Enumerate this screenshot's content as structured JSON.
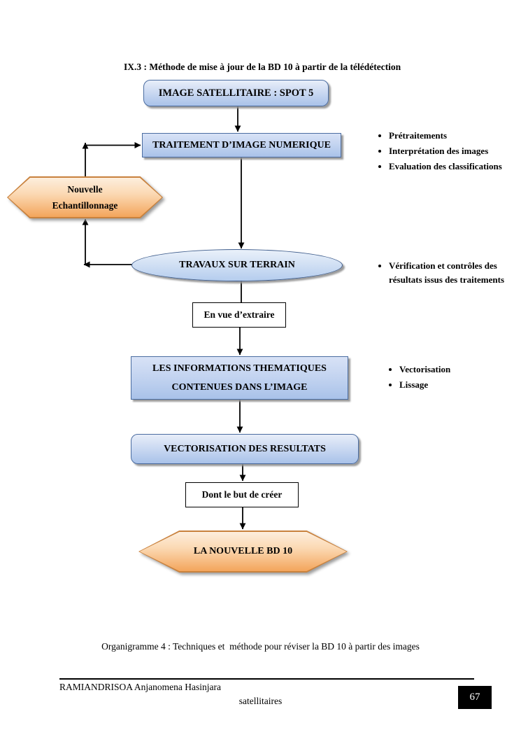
{
  "colors": {
    "blue_fill": "#a9c2e9",
    "blue_border": "#4a6ca0",
    "hex_fill": "#f3a55c",
    "hex_border": "#c9823e",
    "shadow_gray": "#919191",
    "page_number_bg": "#000000"
  },
  "title": "IX.3 : Méthode de mise à jour de la BD 10 à partir de la télédétection",
  "flowchart": {
    "nodes": {
      "image_satellitaire": "IMAGE SATELLITAIRE : SPOT 5",
      "traitement_image": "TRAITEMENT D’IMAGE NUMERIQUE",
      "nouvelle_echantillonnage_line1": "Nouvelle",
      "nouvelle_echantillonnage_line2": "Echantillonnage",
      "travaux_terrain": "TRAVAUX SUR TERRAIN",
      "en_vue_extraire": "En vue d’extraire",
      "informations_line1": "LES INFORMATIONS THEMATIQUES",
      "informations_line2": "CONTENUES DANS L’IMAGE",
      "vectorisation_resultats": "VECTORISATION DES RESULTATS",
      "dont_le_but": "Dont le but de créer",
      "nouvelle_bd10": "LA NOUVELLE BD 10"
    },
    "bullets_traitement": [
      "Prétraitements",
      "Interprétation des images",
      "Evaluation des classifications"
    ],
    "bullets_terrain": [
      "Vérification et contrôles des résultats issus des traitements"
    ],
    "bullets_informations": [
      "Vectorisation",
      "Lissage"
    ]
  },
  "caption": {
    "line1": "Organigramme 4 : Techniques et  méthode pour réviser la BD 10 à partir des images",
    "line2": "satellitaires"
  },
  "footer": {
    "author": "RAMIANDRISOA Anjanomena Hasinjara",
    "page_number": "67"
  }
}
